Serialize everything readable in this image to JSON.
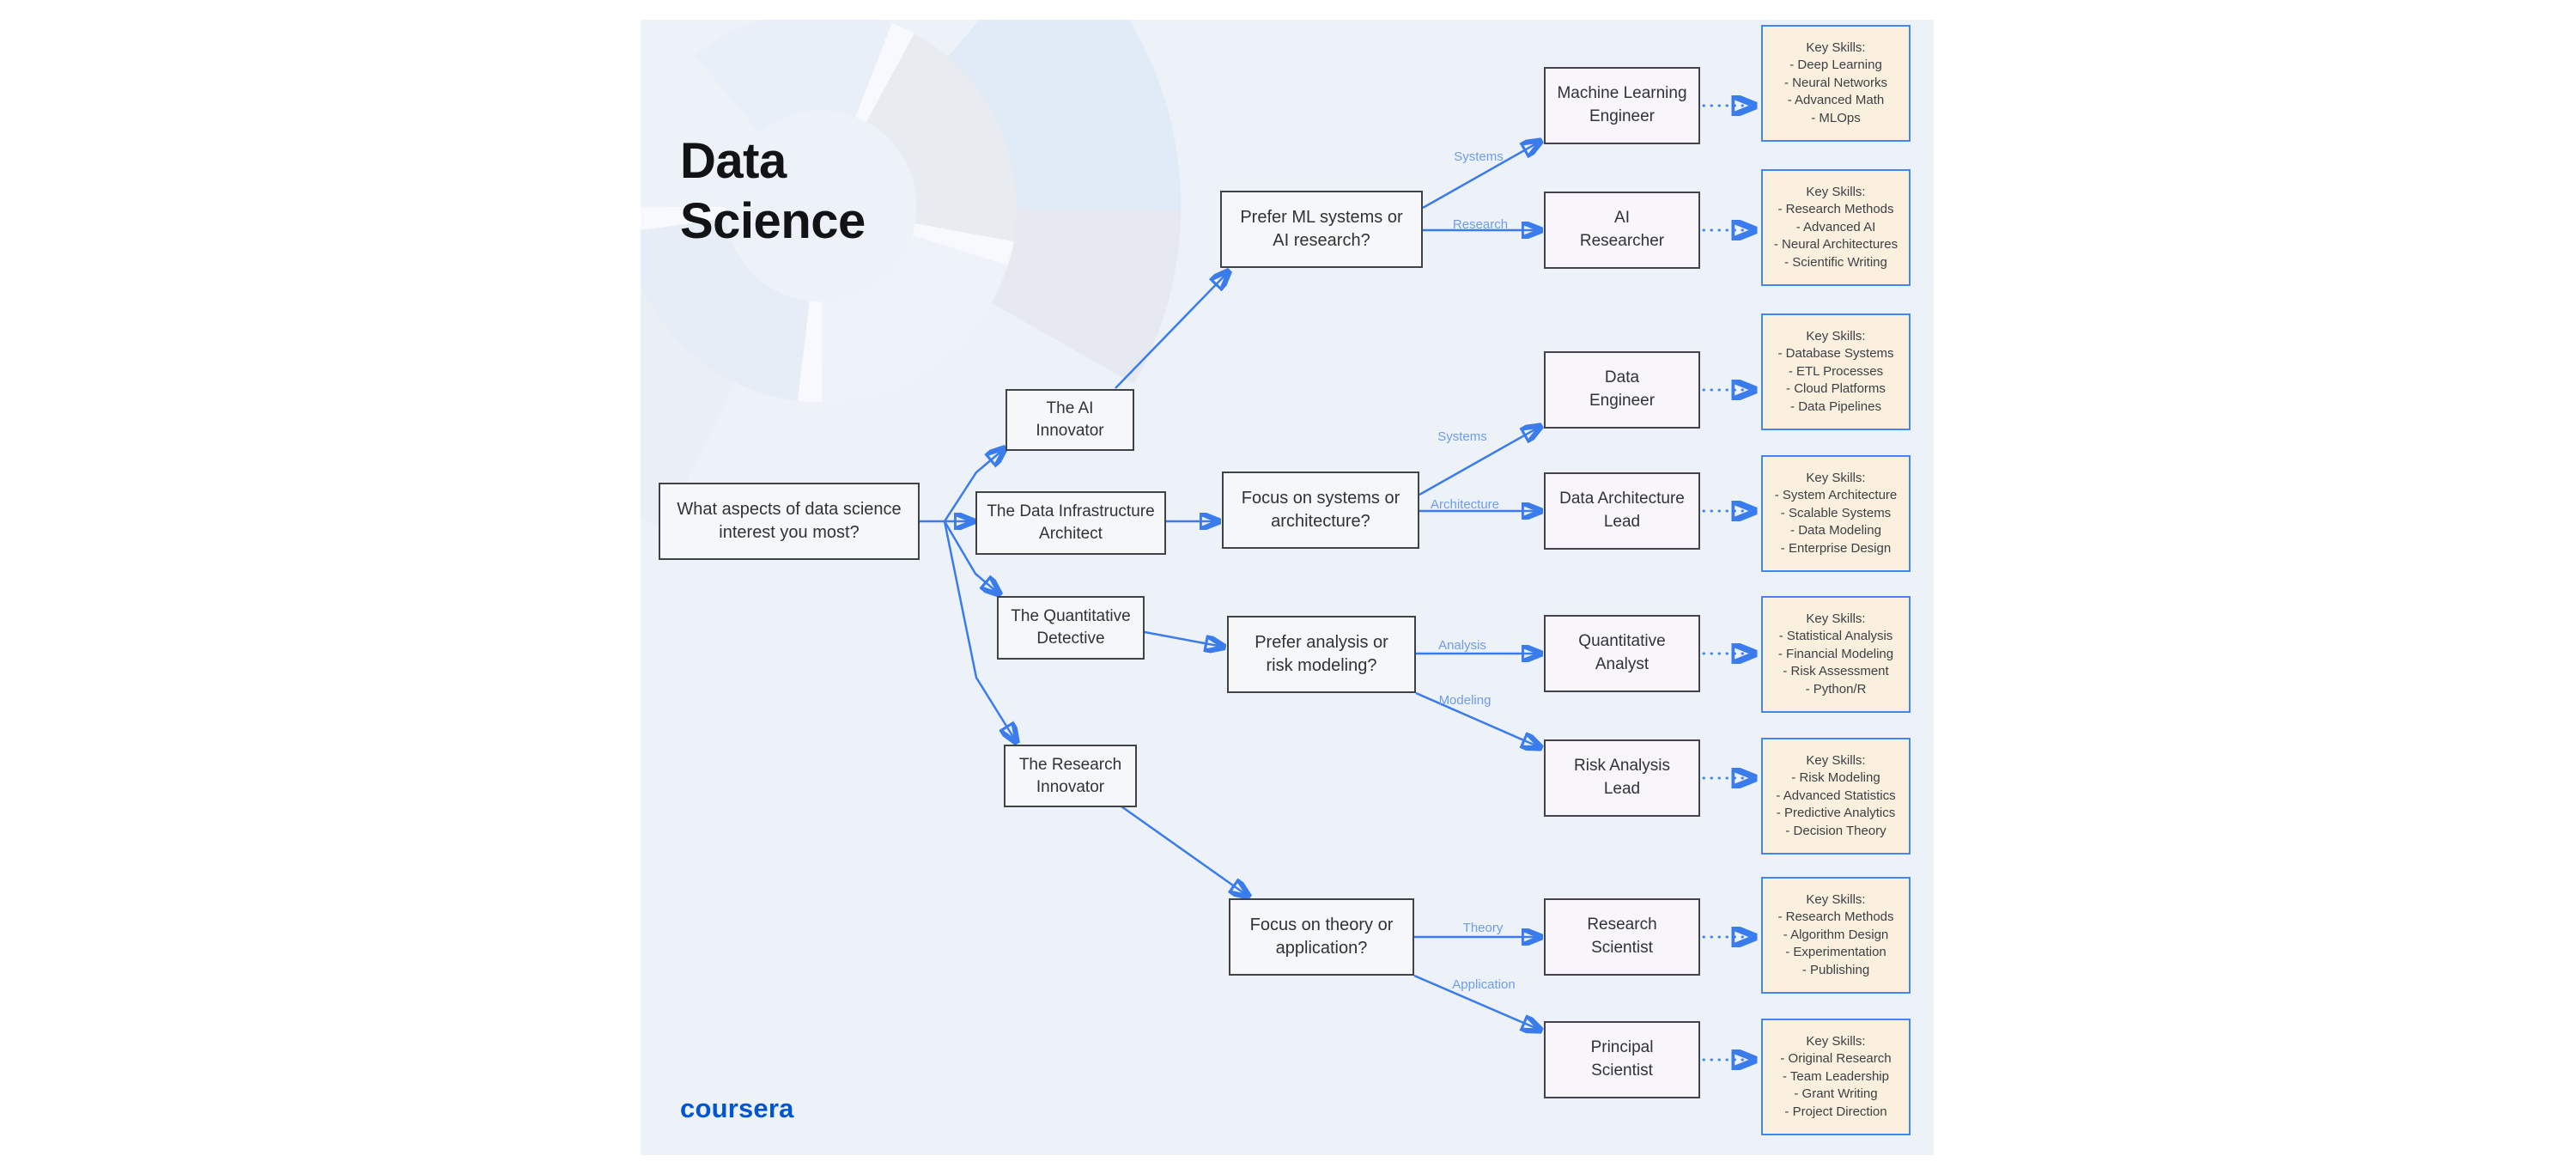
{
  "header": {
    "title_lines": [
      "Data",
      "Science"
    ]
  },
  "labels": {
    "skills_heading": "Key Skills:"
  },
  "flow": {
    "root_question": "What aspects of data science\ninterest you most?",
    "branches": [
      {
        "persona": "The AI\nInnovator",
        "question": "Prefer ML systems or\nAI research?",
        "outcomes": [
          {
            "edge_label": "Systems",
            "role": "Machine Learning\nEngineer",
            "skills": [
              "Deep Learning",
              "Neural Networks",
              "Advanced Math",
              "MLOps"
            ]
          },
          {
            "edge_label": "Research",
            "role": "AI\nResearcher",
            "skills": [
              "Research Methods",
              "Advanced AI",
              "Neural Architectures",
              "Scientific Writing"
            ]
          }
        ]
      },
      {
        "persona": "The Data Infrastructure\nArchitect",
        "question": "Focus on systems or\narchitecture?",
        "outcomes": [
          {
            "edge_label": "Systems",
            "role": "Data\nEngineer",
            "skills": [
              "Database Systems",
              "ETL Processes",
              "Cloud Platforms",
              "Data Pipelines"
            ]
          },
          {
            "edge_label": "Architecture",
            "role": "Data Architecture\nLead",
            "skills": [
              "System Architecture",
              "Scalable Systems",
              "Data Modeling",
              "Enterprise Design"
            ]
          }
        ]
      },
      {
        "persona": "The Quantitative\nDetective",
        "question": "Prefer analysis or\nrisk modeling?",
        "outcomes": [
          {
            "edge_label": "Analysis",
            "role": "Quantitative\nAnalyst",
            "skills": [
              "Statistical Analysis",
              "Financial Modeling",
              "Risk Assessment",
              "Python/R"
            ]
          },
          {
            "edge_label": "Modeling",
            "role": "Risk Analysis\nLead",
            "skills": [
              "Risk Modeling",
              "Advanced Statistics",
              "Predictive Analytics",
              "Decision Theory"
            ]
          }
        ]
      },
      {
        "persona": "The Research\nInnovator",
        "question": "Focus on theory or\napplication?",
        "outcomes": [
          {
            "edge_label": "Theory",
            "role": "Research\nScientist",
            "skills": [
              "Research Methods",
              "Algorithm Design",
              "Experimentation",
              "Publishing"
            ]
          },
          {
            "edge_label": "Application",
            "role": "Principal\nScientist",
            "skills": [
              "Original Research",
              "Team Leadership",
              "Grant Writing",
              "Project Direction"
            ]
          }
        ]
      }
    ]
  },
  "footer": {
    "brand": "coursera"
  },
  "colors": {
    "arrow": "#3b7cec",
    "edge_label": "#6d9ceb",
    "skills_border": "#4285f4",
    "skills_fill": "#fbf0de",
    "role_fill": "#f8f5fb",
    "node_fill": "#f6f7f8",
    "node_border": "#3f4346",
    "panel_bg": "#edf2f8",
    "brand_blue": "#0056d2",
    "title_color": "#111315"
  }
}
